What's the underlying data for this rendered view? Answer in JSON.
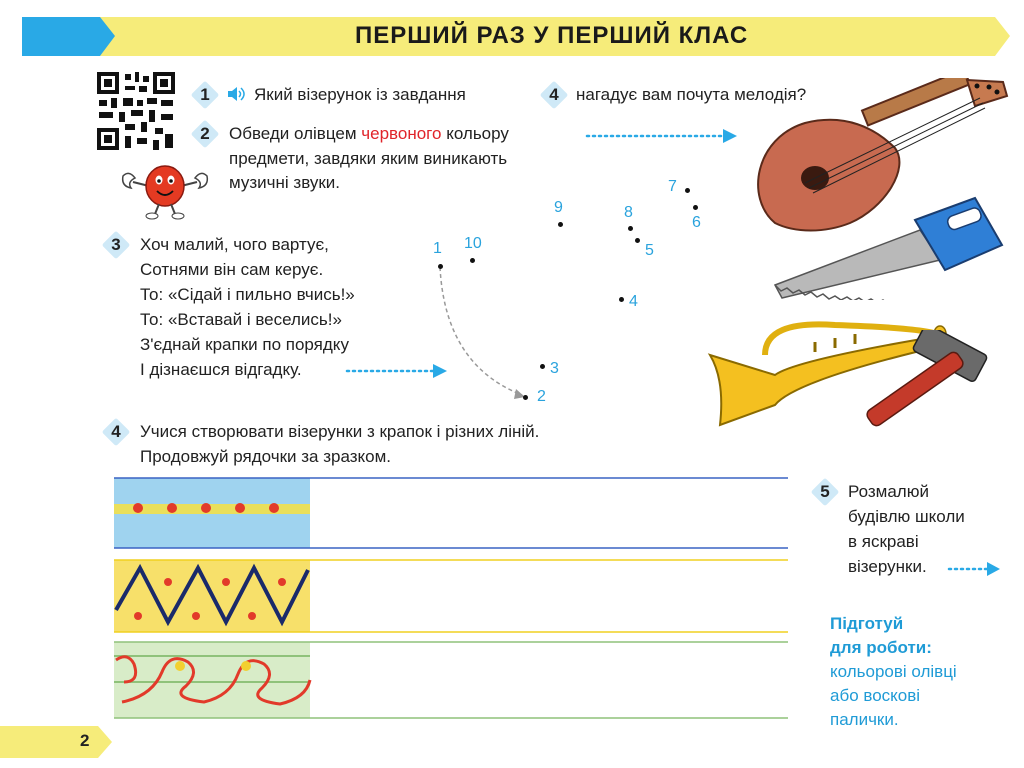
{
  "header": {
    "title": "ПЕРШИЙ РАЗ У ПЕРШИЙ КЛАС",
    "colors": {
      "band": "#f6ec7a",
      "accent": "#29a9e6"
    }
  },
  "page_number": "2",
  "task1": {
    "number": "1",
    "text_before": "Який візерунок із завдання",
    "ref_number": "4",
    "text_after": "нагадує вам почута мелодія?"
  },
  "task2": {
    "number": "2",
    "line1_before": "Обведи олівцем",
    "line1_red": "червоного",
    "line1_after": "кольору",
    "line2": "предмети, завдяки яким виникають",
    "line3": "музичні звуки."
  },
  "task3": {
    "number": "3",
    "lines": [
      "Хоч малий, чого вартує,",
      "Сотнями він сам керує.",
      "То: «Сідай і пильно вчись!»",
      "То: «Вставай і веселись!»",
      "З'єднай крапки по порядку",
      "І дізнаєшся відгадку."
    ]
  },
  "dots": [
    "1",
    "2",
    "3",
    "4",
    "5",
    "6",
    "7",
    "8",
    "9",
    "10"
  ],
  "task4": {
    "number": "4",
    "line1": "Учися створювати візерунки з крапок і різних ліній.",
    "line2": "Продовжуй рядочки за зразком."
  },
  "task5": {
    "number": "5",
    "lines": [
      "Розмалюй",
      "будівлю школи",
      "в яскраві",
      "візерунки."
    ]
  },
  "prepare": {
    "heading1": "Підготуй",
    "heading2": "для роботи:",
    "lines": [
      "кольорові олівці",
      "або воскові",
      "палички."
    ]
  }
}
